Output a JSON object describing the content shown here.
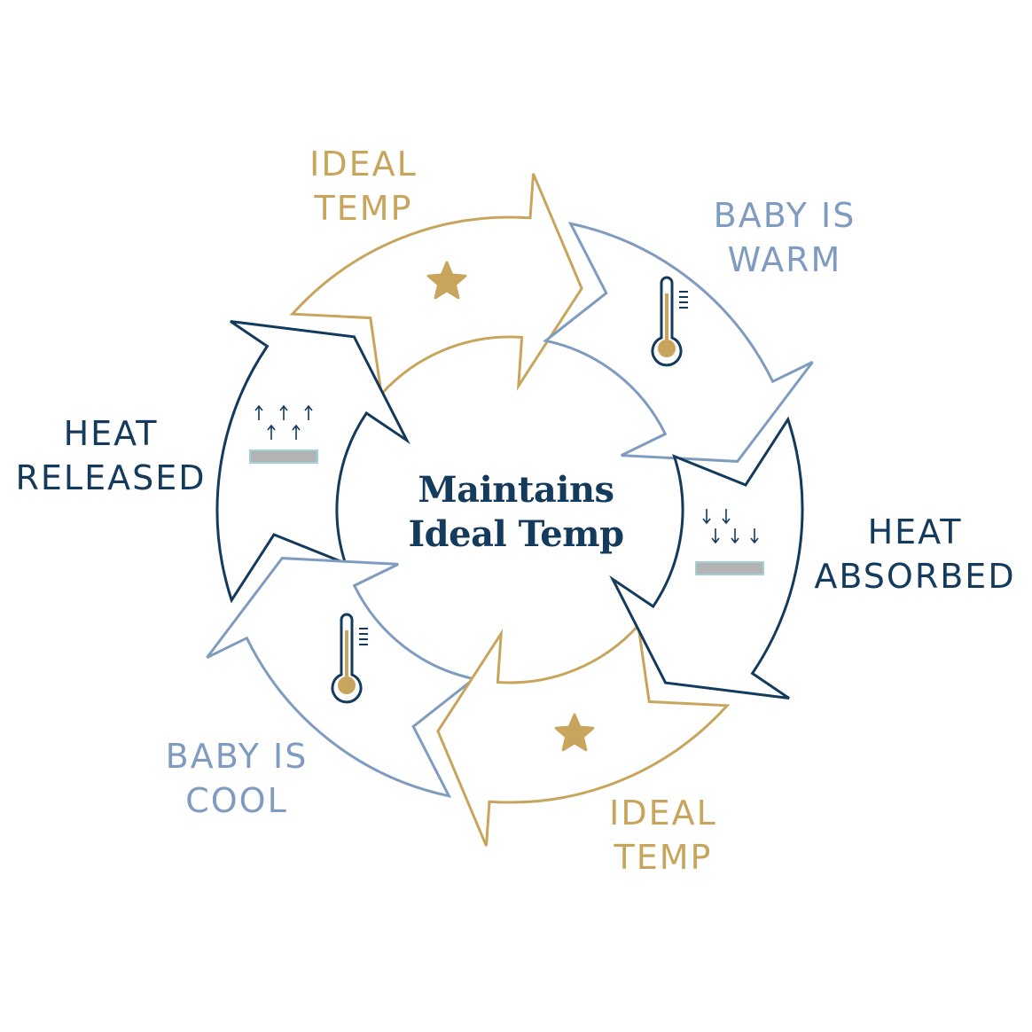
{
  "colors": {
    "gold": "#c8a55c",
    "light_blue": "#7f9cc0",
    "navy": "#143a5c",
    "grey_pad": "#b3b3b3",
    "pad_edge": "#9fd0d8"
  },
  "center": {
    "line1": "Maintains",
    "line2": "Ideal Temp"
  },
  "stages": [
    {
      "id": "ideal-temp-top",
      "line1": "IDEAL",
      "line2": "TEMP",
      "color": "gold",
      "icon": "star-icon"
    },
    {
      "id": "baby-is-warm",
      "line1": "BABY IS",
      "line2": "WARM",
      "color": "light_blue",
      "icon": "thermometer-icon"
    },
    {
      "id": "heat-absorbed",
      "line1": "HEAT",
      "line2": "ABSORBED",
      "color": "navy",
      "icon": "heat-absorb-icon"
    },
    {
      "id": "ideal-temp-bottom",
      "line1": "IDEAL",
      "line2": "TEMP",
      "color": "gold",
      "icon": "star-icon"
    },
    {
      "id": "baby-is-cool",
      "line1": "BABY IS",
      "line2": "COOL",
      "color": "light_blue",
      "icon": "thermometer-icon"
    },
    {
      "id": "heat-released",
      "line1": "HEAT",
      "line2": "RELEASED",
      "color": "navy",
      "icon": "heat-release-icon"
    }
  ]
}
